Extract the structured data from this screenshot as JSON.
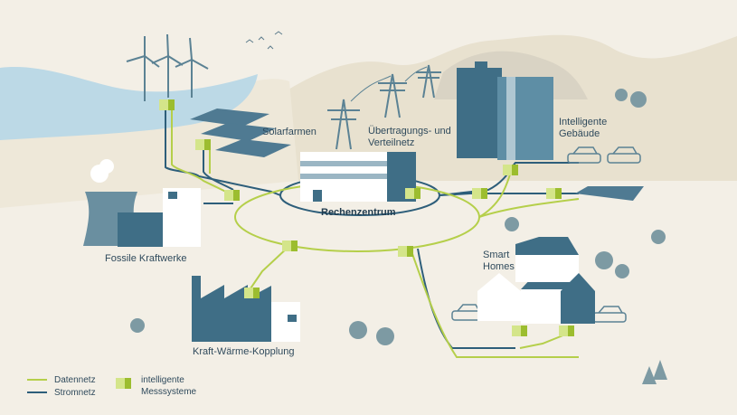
{
  "labels": {
    "solarfarmen": "Solarfarmen",
    "netz_line1": "Übertragungs- und",
    "netz_line2": "Verteilnetz",
    "gebaeude_line1": "Intelligente",
    "gebaeude_line2": "Gebäude",
    "rechenzentrum": "Rechenzentrum",
    "smarthomes_line1": "Smart",
    "smarthomes_line2": "Homes",
    "fossile": "Fossile Kraftwerke",
    "kwk": "Kraft-Wärme-Kopplung"
  },
  "legend": {
    "datennetz": "Datennetz",
    "stromnetz": "Stromnetz",
    "messsysteme_line1": "intelligente",
    "messsysteme_line2": "Messsysteme"
  },
  "colors": {
    "background": "#f3efe6",
    "hills": "#e8e1cf",
    "water": "#bcd9e6",
    "datennetz": "#b5cf4a",
    "stromnetz": "#2d5e7a",
    "meter_light": "#d4e58a",
    "meter_dark": "#9cbd2f",
    "building_dark": "#3f6e86",
    "building_light": "#ffffff",
    "tree": "#7d9aa3"
  },
  "icons": [
    "wind-turbine-icon",
    "solar-panel-icon",
    "power-pylon-icon",
    "office-building-icon",
    "car-icon",
    "tree-icon",
    "house-icon",
    "factory-icon",
    "cooling-tower-icon",
    "bird-icon",
    "data-center-icon",
    "smart-meter-icon"
  ]
}
